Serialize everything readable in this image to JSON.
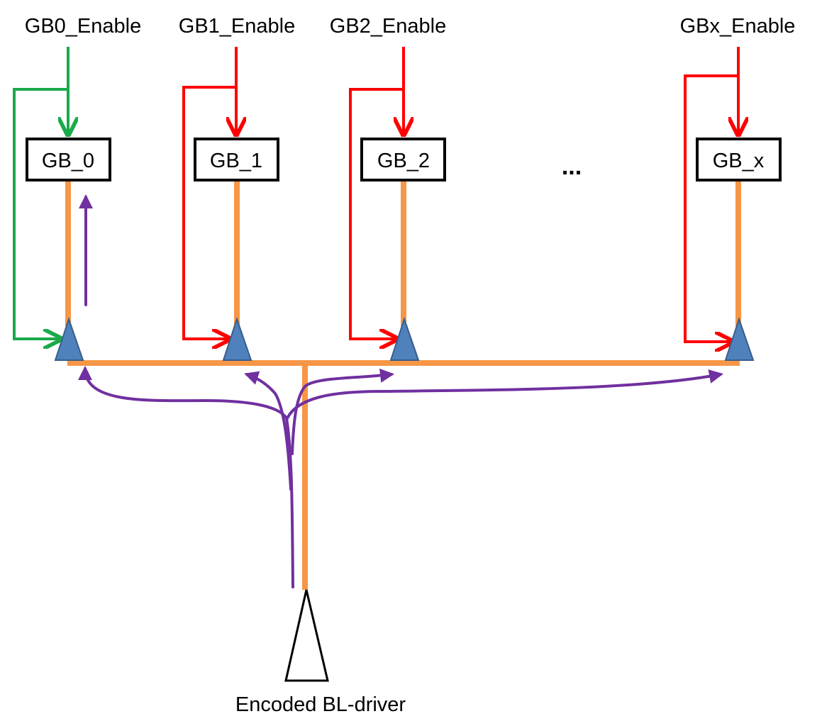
{
  "enable_labels": [
    "GB0_Enable",
    "GB1_Enable",
    "GB2_Enable",
    "GBx_Enable"
  ],
  "gb_boxes": [
    "GB_0",
    "GB_1",
    "GB_2",
    "GB_x"
  ],
  "ellipsis": "...",
  "driver_label": "Encoded BL-driver",
  "colors": {
    "enable_active": "#1aaa4a",
    "enable_inactive": "#ff0000",
    "bitline": "#f79646",
    "signal_path": "#7030a0",
    "buffer_fill": "#4f81bd",
    "buffer_stroke": "#385d8a",
    "box_stroke": "#000000"
  }
}
